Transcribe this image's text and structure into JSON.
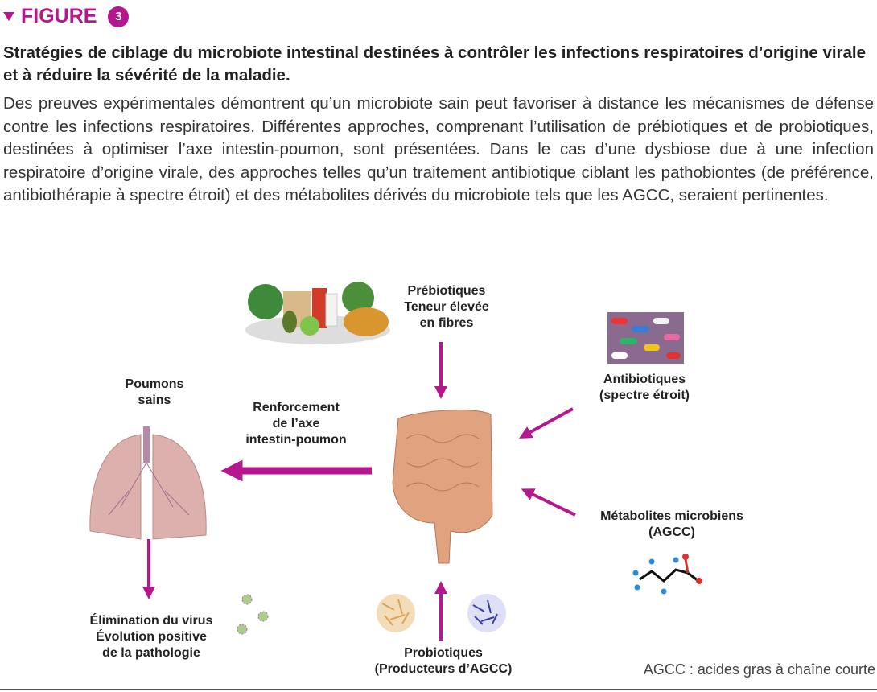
{
  "header": {
    "label": "FIGURE",
    "number": "3"
  },
  "title": "Stratégies de ciblage du microbiote intestinal destinées à contrôler les infections respiratoires d’origine virale et à réduire la sévérité de la maladie.",
  "body": "Des preuves expérimentales démontrent qu’un microbiote sain peut favoriser à distance les mécanismes de défense contre les infections respiratoires. Différentes approches, comprenant l’utilisation de prébiotiques et de probiotiques, destinées à optimiser l’axe intestin-poumon, sont présentées. Dans le cas d’une dysbiose due à une infection respiratoire d’origine virale, des approches telles qu’un traitement antibiotique ciblant les pathobiontes (de préférence, antibiothérapie à spectre étroit) et des métabolites dérivés du microbiote tels que les AGCC, seraient pertinentes.",
  "diagram": {
    "prebiotics": [
      "Prébiotiques",
      "Teneur élevée",
      "en fibres"
    ],
    "lungs": [
      "Poumons",
      "sains"
    ],
    "axis": [
      "Renforcement",
      "de l’axe",
      "intestin-poumon"
    ],
    "antibiotics": [
      "Antibiotiques",
      "(spectre étroit)"
    ],
    "metabolites": [
      "Métabolites microbiens",
      "(AGCC)"
    ],
    "outcome": [
      "Élimination du virus",
      "Évolution positive",
      "de la pathologie"
    ],
    "probiotics": [
      "Probiotiques",
      "(Producteurs d’AGCC)"
    ],
    "footnote": "AGCC : acides gras à chaîne courte"
  },
  "colors": {
    "accent": "#b5178f"
  }
}
